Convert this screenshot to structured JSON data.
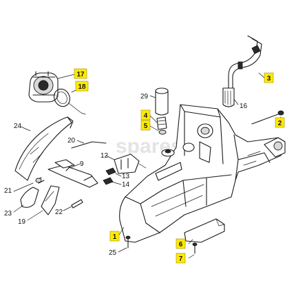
{
  "watermark": "spares",
  "labels": {
    "l1": "1",
    "l2": "2",
    "l3": "3",
    "l4": "4",
    "l5": "5",
    "l6": "6",
    "l7": "7",
    "l9": "9",
    "l12": "12",
    "l13": "13",
    "l14": "14",
    "l16": "16",
    "l17": "17",
    "l18": "18",
    "l19": "19",
    "l20": "20",
    "l21": "21",
    "l22": "22",
    "l23": "23",
    "l24": "24",
    "l25": "25",
    "l29": "29"
  },
  "colors": {
    "highlight": "#ffea00",
    "ink": "#1a1a1a"
  }
}
